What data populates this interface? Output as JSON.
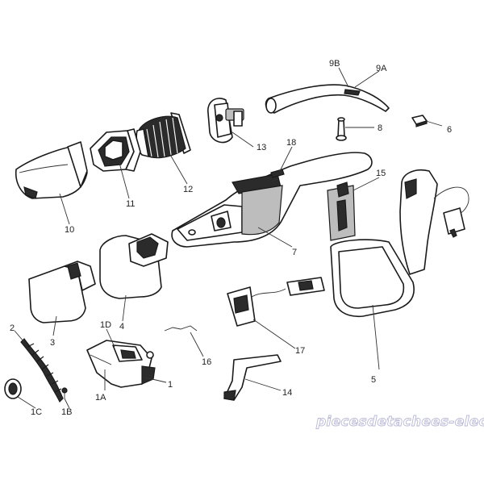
{
  "labels": {
    "p1": "1",
    "p1A": "1A",
    "p1B": "1B",
    "p1C": "1C",
    "p1D": "1D",
    "p2": "2",
    "p3": "3",
    "p4": "4",
    "p5": "5",
    "p6": "6",
    "p7": "7",
    "p8": "8",
    "p9A": "9A",
    "p9B": "9B",
    "p10": "10",
    "p11": "11",
    "p12": "12",
    "p13": "13",
    "p14": "14",
    "p15": "15",
    "p16": "16",
    "p17": "17",
    "p18": "18"
  },
  "watermark": "piecesdetachees-elec.com"
}
